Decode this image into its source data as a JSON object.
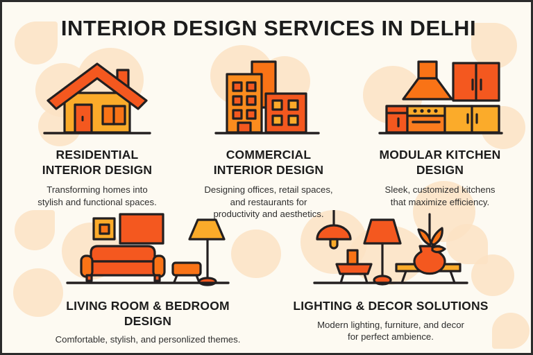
{
  "poster": {
    "title": "INTERIOR DESIGN SERVICES IN DELHI",
    "background_color": "#fdfaf2",
    "blob_color": "#fbe2c4",
    "text_color": "#1c1c1c",
    "border_color": "#2b2b2b"
  },
  "palette": {
    "orange_deep": "#f4581f",
    "orange": "#f97316",
    "orange_mid": "#fb7c1e",
    "amber": "#fbab2a",
    "amber_light": "#fdbd3e",
    "outline": "#231f20"
  },
  "services": [
    {
      "icon": "house-icon",
      "title": "RESIDENTIAL INTERIOR DESIGN",
      "title_lines": [
        "RESIDENTIAL",
        "INTERIOR DESIGN"
      ],
      "desc": "Transforming homes into stylish and functional spaces.",
      "desc_lines": [
        "Transforming homes into",
        "stylish and functional spaces."
      ]
    },
    {
      "icon": "office-buildings-icon",
      "title": "COMMERCIAL INTERIOR DESIGN",
      "title_lines": [
        "COMMERCIAL",
        "INTERIOR DESIGN"
      ],
      "desc": "Designing offices, retail spaces, and restaurants for productivity and aesthetics.",
      "desc_lines": [
        "Designing offices, retail spaces,",
        "and restaurants for",
        "productivity and aesthetics."
      ]
    },
    {
      "icon": "kitchen-cabinets-icon",
      "title": "MODULAR KITCHEN DESIGN",
      "title_lines": [
        "MODULAR KITCHEN",
        "DESIGN"
      ],
      "desc": "Sleek, customized kitchens that maximize efficiency.",
      "desc_lines": [
        "Sleek, customized kitchens",
        "that maximize efficiency."
      ]
    },
    {
      "icon": "sofa-living-room-icon",
      "title": "LIVING ROOM & BEDROOM DESIGN",
      "title_lines": [
        "LIVING ROOM & BEDROOM",
        "DESIGN"
      ],
      "desc": "Comfortable, stylish, and personlized themes.",
      "desc_lines": [
        "Comfortable, stylish, and personlized themes."
      ]
    },
    {
      "icon": "lamp-decor-icon",
      "title": "LIGHTING & DECOR SOLUTIONS",
      "title_lines": [
        "LIGHTING & DECOR SOLUTIONS"
      ],
      "desc": "Modern lighting, furniture, and decor for perfect ambience.",
      "desc_lines": [
        "Modern lighting, furniture, and decor",
        "for perfect ambience."
      ]
    }
  ]
}
